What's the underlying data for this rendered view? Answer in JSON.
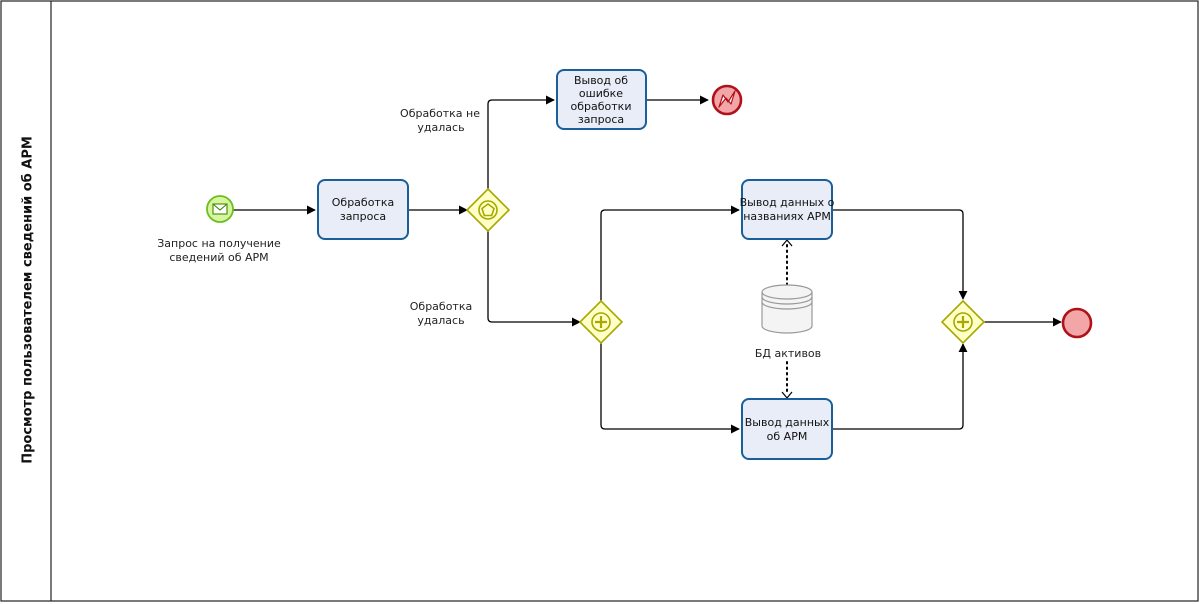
{
  "lane": {
    "title": "Просмотр пользователем сведений об АРМ"
  },
  "start_event": {
    "label_line1": "Запрос на получение",
    "label_line2": "сведений об АРМ",
    "icon": "envelope-icon"
  },
  "tasks": {
    "process_request": {
      "line1": "Обработка",
      "line2": "запроса"
    },
    "error_output": {
      "line1": "Вывод об",
      "line2": "ошибке",
      "line3": "обработки",
      "line4": "запроса"
    },
    "names_output": {
      "line1": "Вывод данных о",
      "line2": "названиях АРМ"
    },
    "data_output": {
      "line1": "Вывод данных",
      "line2": "об АРМ"
    }
  },
  "flows": {
    "failed": {
      "line1": "Обработка не",
      "line2": "удалась"
    },
    "succeeded": {
      "line1": "Обработка",
      "line2": "удалась"
    }
  },
  "data_store": {
    "label": "БД активов"
  },
  "colors": {
    "task_fill": "#e8edf7",
    "task_stroke": "#1a5e9a",
    "gateway_fill": "#ffffc8",
    "gateway_stroke": "#a8a800",
    "start_fill": "#d8f5a0",
    "start_stroke": "#6cbf1f",
    "end_fill": "#f3a6a8",
    "end_stroke": "#b0121b"
  }
}
